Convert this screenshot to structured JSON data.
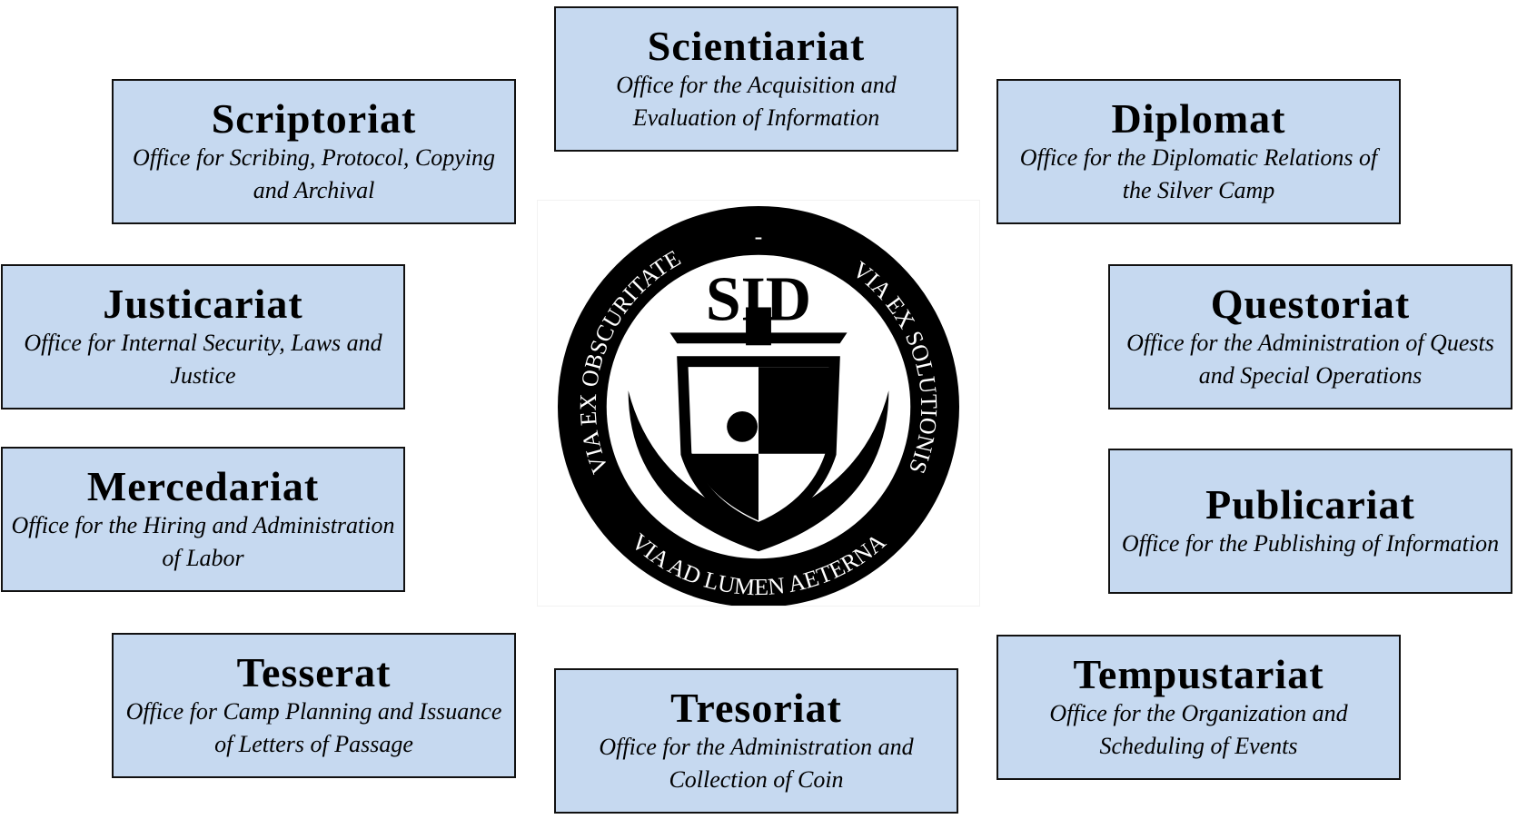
{
  "offices": [
    {
      "id": "scientiariat",
      "title": "Scientiariat",
      "description": "Office for the Acquisition and Evaluation of Information"
    },
    {
      "id": "scriptoriat",
      "title": "Scriptoriat",
      "description": "Office for Scribing, Protocol, Copying and Archival"
    },
    {
      "id": "diplomat",
      "title": "Diplomat",
      "description": "Office for the Diplomatic Relations of the Silver Camp"
    },
    {
      "id": "justicariat",
      "title": "Justicariat",
      "description": "Office for Internal Security, Laws and Justice"
    },
    {
      "id": "questoriat",
      "title": "Questoriat",
      "description": "Office for the Administration of Quests and Special Operations"
    },
    {
      "id": "mercedariat",
      "title": "Mercedariat",
      "description": "Office for the Hiring and Administration of Labor"
    },
    {
      "id": "publicariat",
      "title": "Publicariat",
      "description": "Office for the Publishing of Information"
    },
    {
      "id": "tesserat",
      "title": "Tesserat",
      "description": "Office for Camp Planning and Issuance of Letters of Passage"
    },
    {
      "id": "tresoriat",
      "title": "Tresoriat",
      "description": "Office for the Administration and Collection of Coin"
    },
    {
      "id": "tempustariat",
      "title": "Tempustariat",
      "description": "Office for the Organization and Scheduling of Events"
    }
  ],
  "seal": {
    "initials": "SID",
    "motto_left": "VIA EX OBSCURITATE",
    "motto_right": "VIA EX SOLUTIONIS",
    "motto_bottom": "VIA AD LUMEN AETERNA",
    "separator": "-"
  },
  "colors": {
    "box": "#c6d9f0",
    "border": "#111111",
    "seal": "#000000"
  }
}
